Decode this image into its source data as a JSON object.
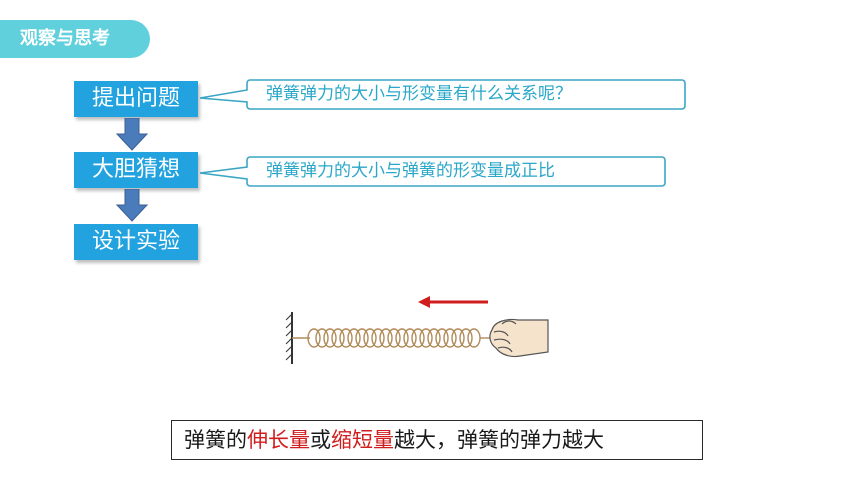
{
  "tag_label": "观察与思考",
  "steps": [
    {
      "label": "提出问题"
    },
    {
      "label": "大胆猜想"
    },
    {
      "label": "设计实验"
    }
  ],
  "callouts": [
    {
      "text": "弹簧弹力的大小与形变量有什么关系呢？"
    },
    {
      "text": "弹簧弹力的大小与弹簧的形变量成正比"
    }
  ],
  "conclusion": {
    "part1": "弹簧的",
    "part2": "伸长量",
    "part3": "或",
    "part4": "缩短量",
    "part5": "越大，弹簧的弹力越大"
  },
  "colors": {
    "tag_bg": "#5fd0dc",
    "step_bg": "#22a3e0",
    "callout_text": "#2aa7c9",
    "highlight": "#d01e1e",
    "force_arrow": "#d01e1e"
  }
}
